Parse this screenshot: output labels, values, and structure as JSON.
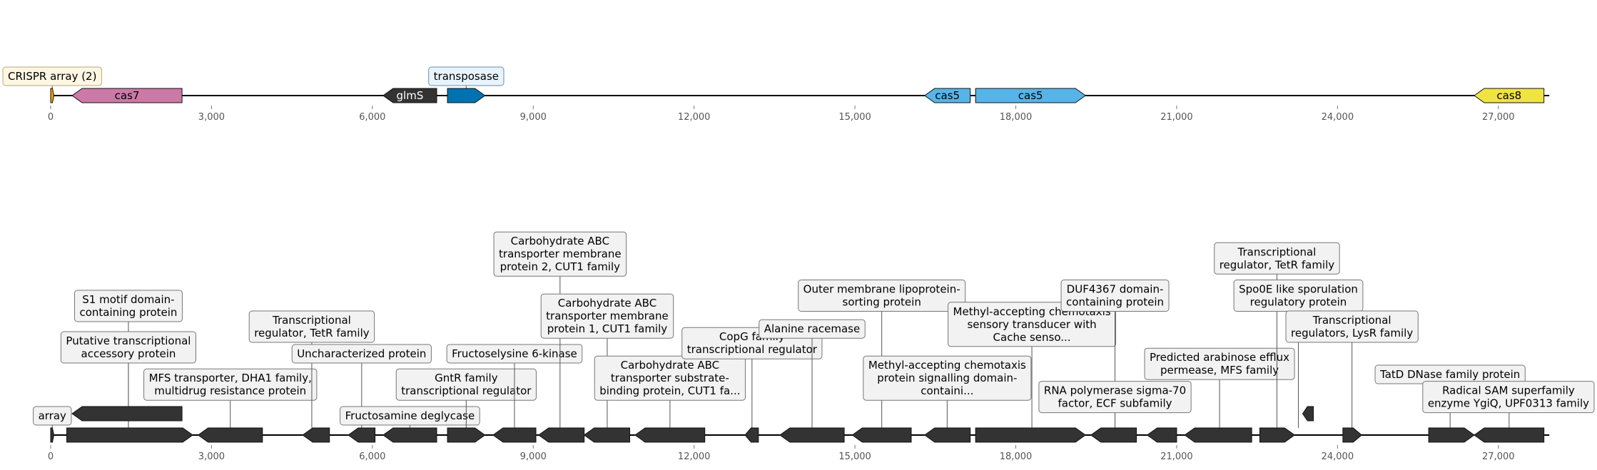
{
  "tracks": [
    {
      "id": "top",
      "ticks": [
        "0",
        "3,000",
        "6,000",
        "9,000",
        "12,000",
        "15,000",
        "18,000",
        "21,000",
        "24,000",
        "27,000"
      ],
      "features": [
        {
          "start": 0,
          "end": 60,
          "strand": 1,
          "color": "#f5a300",
          "label": ""
        },
        {
          "start": 400,
          "end": 2450,
          "strand": -1,
          "color": "#cc79a7",
          "label": "cas7",
          "label_color": "#000000"
        },
        {
          "start": 6200,
          "end": 7200,
          "strand": -1,
          "color": "#333333",
          "label": "glmS",
          "label_color": "#ffffff"
        },
        {
          "start": 7400,
          "end": 8100,
          "strand": 1,
          "color": "#0072b2",
          "label": ""
        },
        {
          "start": 16300,
          "end": 17150,
          "strand": -1,
          "color": "#56b4e9",
          "label": "cas5",
          "label_color": "#000000"
        },
        {
          "start": 17250,
          "end": 19300,
          "strand": 1,
          "color": "#56b4e9",
          "label": "cas5",
          "label_color": "#000000"
        },
        {
          "start": 26550,
          "end": 27850,
          "strand": -1,
          "color": "#f0e442",
          "label": "cas8",
          "label_color": "#000000"
        }
      ],
      "callouts": [
        {
          "text": [
            "CRISPR array (2)"
          ],
          "anchor": 30,
          "level": 1,
          "bg": "#fdf6e3",
          "border": "#b8a77a"
        },
        {
          "text": [
            "transposase"
          ],
          "anchor": 7750,
          "level": 1,
          "bg": "#e8f3fb",
          "border": "#6a8ea8"
        }
      ]
    },
    {
      "id": "bottom",
      "ticks": [
        "0",
        "3,000",
        "6,000",
        "9,000",
        "12,000",
        "15,000",
        "18,000",
        "21,000",
        "24,000",
        "27,000"
      ],
      "features": [
        {
          "start": 0,
          "end": 60,
          "strand": 1,
          "color": "#333333",
          "label": ""
        },
        {
          "start": 400,
          "end": 2450,
          "strand": -1,
          "color": "#333333",
          "label": "",
          "row": 1
        },
        {
          "start": 300,
          "end": 2650,
          "strand": 1,
          "color": "#333333",
          "label": ""
        },
        {
          "start": 2750,
          "end": 3950,
          "strand": -1,
          "color": "#333333",
          "label": ""
        },
        {
          "start": 4700,
          "end": 5200,
          "strand": -1,
          "color": "#333333",
          "label": ""
        },
        {
          "start": 5550,
          "end": 6050,
          "strand": -1,
          "color": "#333333",
          "label": ""
        },
        {
          "start": 6200,
          "end": 7200,
          "strand": -1,
          "color": "#333333",
          "label": ""
        },
        {
          "start": 7400,
          "end": 8100,
          "strand": 1,
          "color": "#333333",
          "label": ""
        },
        {
          "start": 8250,
          "end": 9050,
          "strand": -1,
          "color": "#333333",
          "label": ""
        },
        {
          "start": 9100,
          "end": 9950,
          "strand": -1,
          "color": "#333333",
          "label": ""
        },
        {
          "start": 9950,
          "end": 10800,
          "strand": -1,
          "color": "#333333",
          "label": ""
        },
        {
          "start": 10900,
          "end": 12200,
          "strand": -1,
          "color": "#333333",
          "label": ""
        },
        {
          "start": 12950,
          "end": 13200,
          "strand": -1,
          "color": "#333333",
          "label": ""
        },
        {
          "start": 13600,
          "end": 14800,
          "strand": -1,
          "color": "#333333",
          "label": ""
        },
        {
          "start": 14950,
          "end": 16050,
          "strand": -1,
          "color": "#333333",
          "label": ""
        },
        {
          "start": 16300,
          "end": 17150,
          "strand": -1,
          "color": "#333333",
          "label": ""
        },
        {
          "start": 17250,
          "end": 19300,
          "strand": 1,
          "color": "#333333",
          "label": ""
        },
        {
          "start": 19400,
          "end": 20250,
          "strand": -1,
          "color": "#333333",
          "label": ""
        },
        {
          "start": 20450,
          "end": 21000,
          "strand": -1,
          "color": "#333333",
          "label": ""
        },
        {
          "start": 21150,
          "end": 22400,
          "strand": -1,
          "color": "#333333",
          "label": ""
        },
        {
          "start": 22550,
          "end": 23200,
          "strand": 1,
          "color": "#333333",
          "label": ""
        },
        {
          "start": 23350,
          "end": 23550,
          "strand": -1,
          "color": "#333333",
          "label": "",
          "row": 1
        },
        {
          "start": 24100,
          "end": 24450,
          "strand": 1,
          "color": "#333333",
          "label": ""
        },
        {
          "start": 25700,
          "end": 26550,
          "strand": 1,
          "color": "#333333",
          "label": ""
        },
        {
          "start": 26550,
          "end": 27850,
          "strand": -1,
          "color": "#333333",
          "label": ""
        }
      ],
      "callouts": [
        {
          "text": [
            "array"
          ],
          "anchor": 30,
          "level": 1,
          "bg": "#f2f2f2",
          "border": "#777777"
        },
        {
          "text": [
            "S1 motif domain-",
            "containing protein"
          ],
          "anchor": 1450,
          "level": 6,
          "bg": "#f2f2f2",
          "border": "#777777"
        },
        {
          "text": [
            "Putative transcriptional",
            "accessory protein"
          ],
          "anchor": 1450,
          "level": 4,
          "bg": "#f2f2f2",
          "border": "#777777"
        },
        {
          "text": [
            "MFS transporter, DHA1 family,",
            "multidrug resistance protein"
          ],
          "anchor": 3350,
          "level": 2.2,
          "bg": "#f2f2f2",
          "border": "#777777"
        },
        {
          "text": [
            "Transcriptional",
            "regulator, TetR family"
          ],
          "anchor": 4870,
          "level": 5,
          "bg": "#f2f2f2",
          "border": "#777777"
        },
        {
          "text": [
            "Uncharacterized protein"
          ],
          "anchor": 5800,
          "level": 4,
          "bg": "#f2f2f2",
          "border": "#777777"
        },
        {
          "text": [
            "Fructosamine deglycase"
          ],
          "anchor": 6700,
          "level": 1,
          "bg": "#f2f2f2",
          "border": "#777777"
        },
        {
          "text": [
            "GntR family",
            "transcriptional regulator"
          ],
          "anchor": 7750,
          "level": 2.2,
          "bg": "#f2f2f2",
          "border": "#777777"
        },
        {
          "text": [
            "Fructoselysine 6-kinase"
          ],
          "anchor": 8650,
          "level": 4,
          "bg": "#f2f2f2",
          "border": "#777777"
        },
        {
          "text": [
            "Carbohydrate ABC",
            "transporter membrane",
            "protein 2, CUT1 family"
          ],
          "anchor": 9500,
          "level": 8.2,
          "bg": "#f2f2f2",
          "border": "#777777"
        },
        {
          "text": [
            "Carbohydrate ABC",
            "transporter membrane",
            "protein 1, CUT1 family"
          ],
          "anchor": 10380,
          "level": 5.2,
          "bg": "#f2f2f2",
          "border": "#777777"
        },
        {
          "text": [
            "Carbohydrate ABC",
            "transporter substrate-",
            "binding protein, CUT1 fa..."
          ],
          "anchor": 11550,
          "level": 2.2,
          "bg": "#f2f2f2",
          "border": "#777777"
        },
        {
          "text": [
            "CopG family",
            "transcriptional regulator"
          ],
          "anchor": 13080,
          "level": 4.2,
          "bg": "#f2f2f2",
          "border": "#777777"
        },
        {
          "text": [
            "Alanine racemase"
          ],
          "anchor": 14200,
          "level": 5.2,
          "bg": "#f2f2f2",
          "border": "#777777"
        },
        {
          "text": [
            "Outer membrane lipoprotein-",
            "sorting protein"
          ],
          "anchor": 15500,
          "level": 6.5,
          "bg": "#f2f2f2",
          "border": "#777777"
        },
        {
          "text": [
            "Methyl-accepting chemotaxis",
            "protein  signalling domain-",
            "containi..."
          ],
          "anchor": 16720,
          "level": 2.2,
          "bg": "#f2f2f2",
          "border": "#777777"
        },
        {
          "text": [
            "Methyl-accepting chemotaxis",
            "sensory transducer with",
            "Cache senso..."
          ],
          "anchor": 18300,
          "level": 4.8,
          "bg": "#f2f2f2",
          "border": "#777777"
        },
        {
          "text": [
            "DUF4367 domain-",
            "containing protein"
          ],
          "anchor": 19850,
          "level": 6.5,
          "bg": "#f2f2f2",
          "border": "#777777"
        },
        {
          "text": [
            "RNA polymerase sigma-70",
            "factor, ECF subfamily"
          ],
          "anchor": 19850,
          "level": 1.6,
          "bg": "#f2f2f2",
          "border": "#777777"
        },
        {
          "text": [
            "Predicted arabinose efflux",
            "permease, MFS family"
          ],
          "anchor": 21800,
          "level": 3.2,
          "bg": "#f2f2f2",
          "border": "#777777"
        },
        {
          "text": [
            "Transcriptional",
            "regulator, TetR family"
          ],
          "anchor": 22870,
          "level": 8.3,
          "bg": "#f2f2f2",
          "border": "#777777"
        },
        {
          "text": [
            "Spo0E like sporulation",
            "regulatory protein"
          ],
          "anchor": 23270,
          "level": 6.5,
          "bg": "#f2f2f2",
          "border": "#777777"
        },
        {
          "text": [
            "Transcriptional",
            "regulators, LysR family"
          ],
          "anchor": 24270,
          "level": 5,
          "bg": "#f2f2f2",
          "border": "#777777"
        },
        {
          "text": [
            "TatD DNase family protein"
          ],
          "anchor": 26100,
          "level": 3,
          "bg": "#f2f2f2",
          "border": "#777777"
        },
        {
          "text": [
            "Radical SAM superfamily",
            "enzyme YgiQ, UPF0313 family"
          ],
          "anchor": 27200,
          "level": 1.6,
          "bg": "#f2f2f2",
          "border": "#777777"
        }
      ]
    }
  ]
}
